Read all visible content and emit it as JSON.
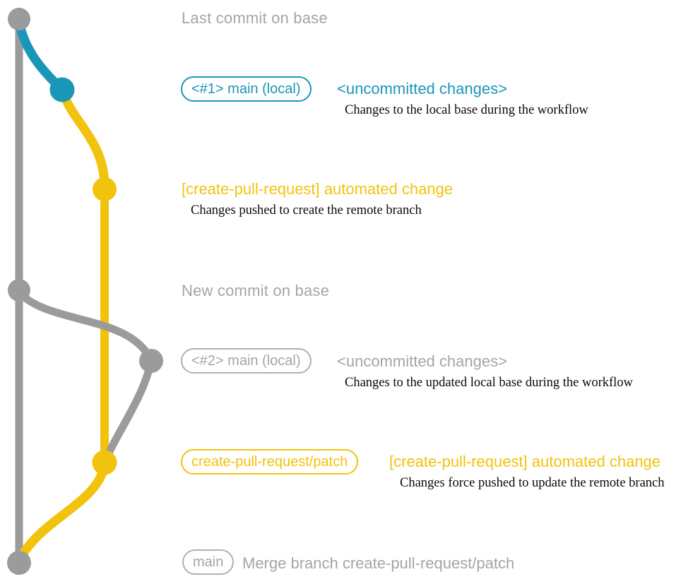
{
  "colors": {
    "teal": "#1a96b9",
    "yellow": "#f2c30d",
    "gray": "#9b9b9b",
    "gray_text": "#a5a5a5",
    "gray_border": "#b0b0b0",
    "note_black": "#0a0a0a"
  },
  "graph": {
    "type": "git-commit-graph",
    "branches": [
      {
        "name": "base (main)",
        "color": "#9b9b9b"
      },
      {
        "name": "uncommitted changes",
        "color": "#1a96b9"
      },
      {
        "name": "create-pull-request/patch",
        "color": "#f2c30d"
      }
    ],
    "nodes": [
      {
        "id": "last-commit-on-base",
        "color": "#9b9b9b"
      },
      {
        "id": "state1-uncommitted",
        "color": "#1a96b9"
      },
      {
        "id": "patch-commit-1",
        "color": "#f2c30d"
      },
      {
        "id": "new-commit-on-base",
        "color": "#9b9b9b"
      },
      {
        "id": "state2-uncommitted",
        "color": "#9b9b9b"
      },
      {
        "id": "patch-commit-2",
        "color": "#f2c30d"
      },
      {
        "id": "merge-commit",
        "color": "#9b9b9b"
      }
    ]
  },
  "annotations": {
    "last_commit": {
      "heading": "Last commit on base"
    },
    "state1": {
      "badge": "<#1> main (local)",
      "title": "<uncommitted changes>",
      "note": "Changes to the local base during the workflow"
    },
    "push1": {
      "title": "[create-pull-request] automated change",
      "note": "Changes pushed to create the remote branch"
    },
    "new_commit": {
      "heading": "New commit on base"
    },
    "state2": {
      "badge": "<#2> main (local)",
      "title": "<uncommitted changes>",
      "note": "Changes to the updated local base during the workflow"
    },
    "push2": {
      "badge": "create-pull-request/patch",
      "title": "[create-pull-request] automated change",
      "note": "Changes force pushed to update the remote branch"
    },
    "merge": {
      "badge": "main",
      "title": "Merge branch create-pull-request/patch"
    }
  }
}
